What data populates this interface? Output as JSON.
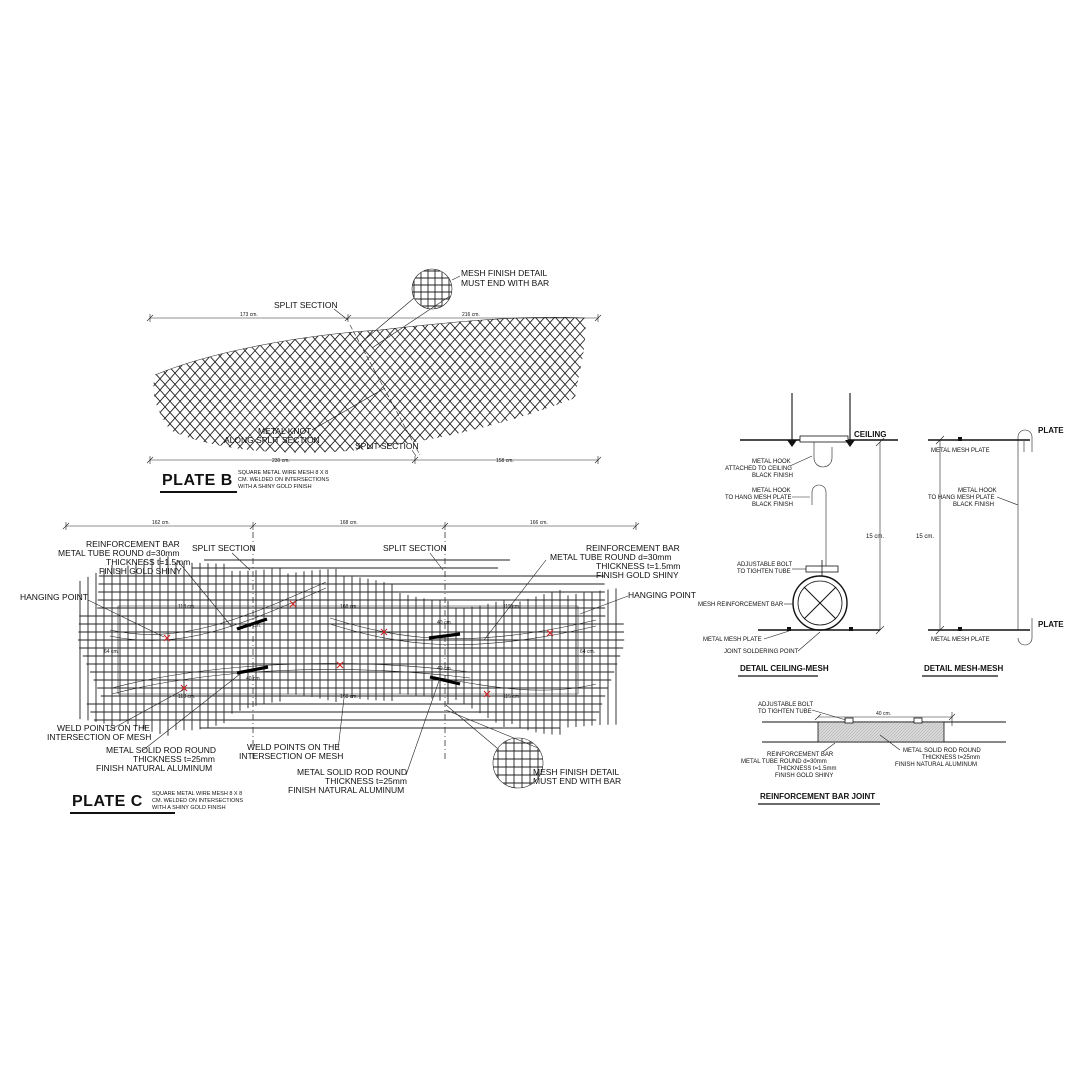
{
  "colors": {
    "ink": "#111111",
    "weld": "#d62020",
    "paper": "#ffffff"
  },
  "plate_b": {
    "title": "PLATE B",
    "desc": [
      "SQUARE METAL WIRE MESH 8 X 8",
      "CM. WELDED ON INTERSECTIONS",
      "WITH A SHINY GOLD FINISH"
    ],
    "dims": {
      "top_left": "173 cm.",
      "top_right": "216 cm.",
      "bottom_left": "230 cm.",
      "bottom_right": "158 cm."
    },
    "labels": {
      "split_top": "SPLIT SECTION",
      "split_bottom": "SPLIT SECTION",
      "mesh_finish": [
        "MESH FINISH DETAIL",
        "MUST END WITH BAR"
      ],
      "metal_knot": [
        "METAL KNOT",
        "ALONG SPLIT SECTION"
      ]
    }
  },
  "plate_c": {
    "title": "PLATE C",
    "desc": [
      "SQUARE METAL WIRE MESH 8 X 8",
      "CM. WELDED ON INTERSECTIONS",
      "WITH A SHINY GOLD FINISH"
    ],
    "dims": {
      "top": [
        "162 cm.",
        "168 cm.",
        "166 cm."
      ],
      "inner_top": [
        "118 cm.",
        "168 cm.",
        "115 cm."
      ],
      "inner_bottom": [
        "118 cm.",
        "168 cm.",
        "115 cm."
      ],
      "sides": [
        "64 cm.",
        "64 cm."
      ],
      "bars": [
        "40 cm.",
        "40 cm.",
        "40 cm.",
        "40 cm."
      ]
    },
    "labels": {
      "reinf_left": [
        "REINFORCEMENT BAR",
        "METAL TUBE  ROUND d=30mm",
        "THICKNESS t=1.5mm",
        "FINISH GOLD SHINY"
      ],
      "reinf_right": [
        "REINFORCEMENT BAR",
        "METAL TUBE  ROUND d=30mm",
        "THICKNESS t=1.5mm",
        "FINISH GOLD SHINY"
      ],
      "split_left": "SPLIT SECTION",
      "split_right": "SPLIT SECTION",
      "hanging_left": "HANGING POINT",
      "hanging_right": "HANGING POINT",
      "weld_left": [
        "WELD POINTS ON THE",
        "INTERSECTION OF MESH"
      ],
      "weld_mid": [
        "WELD POINTS ON THE",
        "INTERSECTION OF MESH"
      ],
      "rod_left": [
        "METAL SOLID ROD ROUND",
        "THICKNESS t=25mm",
        "FINISH NATURAL ALUMINUM"
      ],
      "rod_mid": [
        "METAL SOLID ROD ROUND",
        "THICKNESS t=25mm",
        "FINISH NATURAL ALUMINUM"
      ],
      "mesh_finish": [
        "MESH FINISH DETAIL",
        "MUST END WITH BAR"
      ]
    }
  },
  "detail_ceiling": {
    "title": "DETAIL CEILING-MESH",
    "ceiling": "CEILING",
    "dim": "15 cm.",
    "labels": {
      "hook1": [
        "METAL HOOK",
        "ATTACHED TO CEILING",
        "BLACK FINISH"
      ],
      "hook2": [
        "METAL HOOK",
        "TO HANG MESH PLATE",
        "BLACK FINISH"
      ],
      "bolt": [
        "ADJUSTABLE BOLT",
        "TO TIGHTEN TUBE"
      ],
      "reinf": "MESH REINFORCEMENT BAR",
      "plate": "METAL MESH PLATE",
      "solder": "JOINT SOLDERING POINT"
    }
  },
  "detail_mesh": {
    "title": "DETAIL MESH-MESH",
    "plate_top": "PLATE",
    "plate_bottom": "PLATE",
    "dim": "15 cm.",
    "labels": {
      "plate_top": "METAL MESH PLATE",
      "hook": [
        "METAL HOOK",
        "TO HANG MESH PLATE",
        "BLACK FINISH"
      ],
      "plate_bottom": "METAL MESH PLATE"
    }
  },
  "joint": {
    "title": "REINFORCEMENT BAR JOINT",
    "dim": "40 cm.",
    "labels": {
      "bolt": [
        "ADJUSTABLE BOLT",
        "TO TIGHTEN TUBE"
      ],
      "tube": [
        "REINFORCEMENT BAR",
        "METAL TUBE  ROUND d=30mm",
        "THICKNESS t=1.5mm",
        "FINISH GOLD SHINY"
      ],
      "rod": [
        "METAL SOLID ROD ROUND",
        "THICKNESS t=25mm",
        "FINISH NATURAL ALUMINUM"
      ]
    }
  }
}
